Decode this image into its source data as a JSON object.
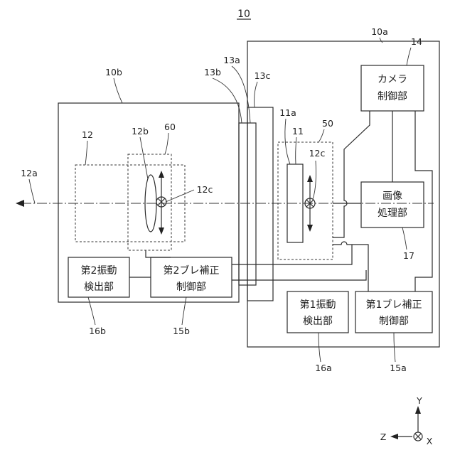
{
  "figure": {
    "number": "10"
  },
  "refs": {
    "r10a": "10a",
    "r10b": "10b",
    "r14": "14",
    "r13a": "13a",
    "r13b": "13b",
    "r13c": "13c",
    "r11a": "11a",
    "r11": "11",
    "r50": "50",
    "r12c_right": "12c",
    "r12": "12",
    "r12b": "12b",
    "r60": "60",
    "r12c_left": "12c",
    "r12a": "12a",
    "r17": "17",
    "r16b": "16b",
    "r15b": "15b",
    "r16a": "16a",
    "r15a": "15a"
  },
  "blocks": {
    "camera_control": {
      "line1": "カメラ",
      "line2": "制御部"
    },
    "image_processing": {
      "line1": "画像",
      "line2": "処理部"
    },
    "vib_detect_1": {
      "line1": "第1振動",
      "line2": "検出部"
    },
    "shake_ctrl_1": {
      "line1": "第1ブレ補正",
      "line2": "制御部"
    },
    "vib_detect_2": {
      "line1": "第2振動",
      "line2": "検出部"
    },
    "shake_ctrl_2": {
      "line1": "第2ブレ補正",
      "line2": "制御部"
    }
  },
  "axes": {
    "y": "Y",
    "z": "Z",
    "x": "X"
  }
}
